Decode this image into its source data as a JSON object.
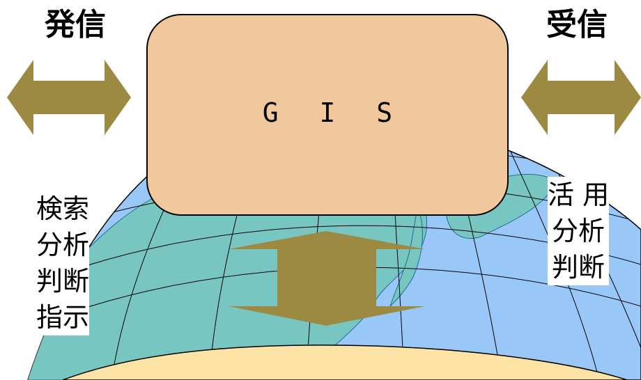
{
  "diagram": {
    "send_heading": "発信",
    "receive_heading": "受信",
    "center_box_label": "G I S",
    "left_actions": [
      "検索",
      "分析",
      "判断",
      "指示"
    ],
    "right_actions": [
      "活 用",
      "分析",
      "判断"
    ]
  },
  "colors": {
    "arrow": "#9c8a43",
    "box_fill": "#f0c89c",
    "ocean": "#99c8f8",
    "land": "#78c6c2",
    "ground": "#fde3a6"
  }
}
